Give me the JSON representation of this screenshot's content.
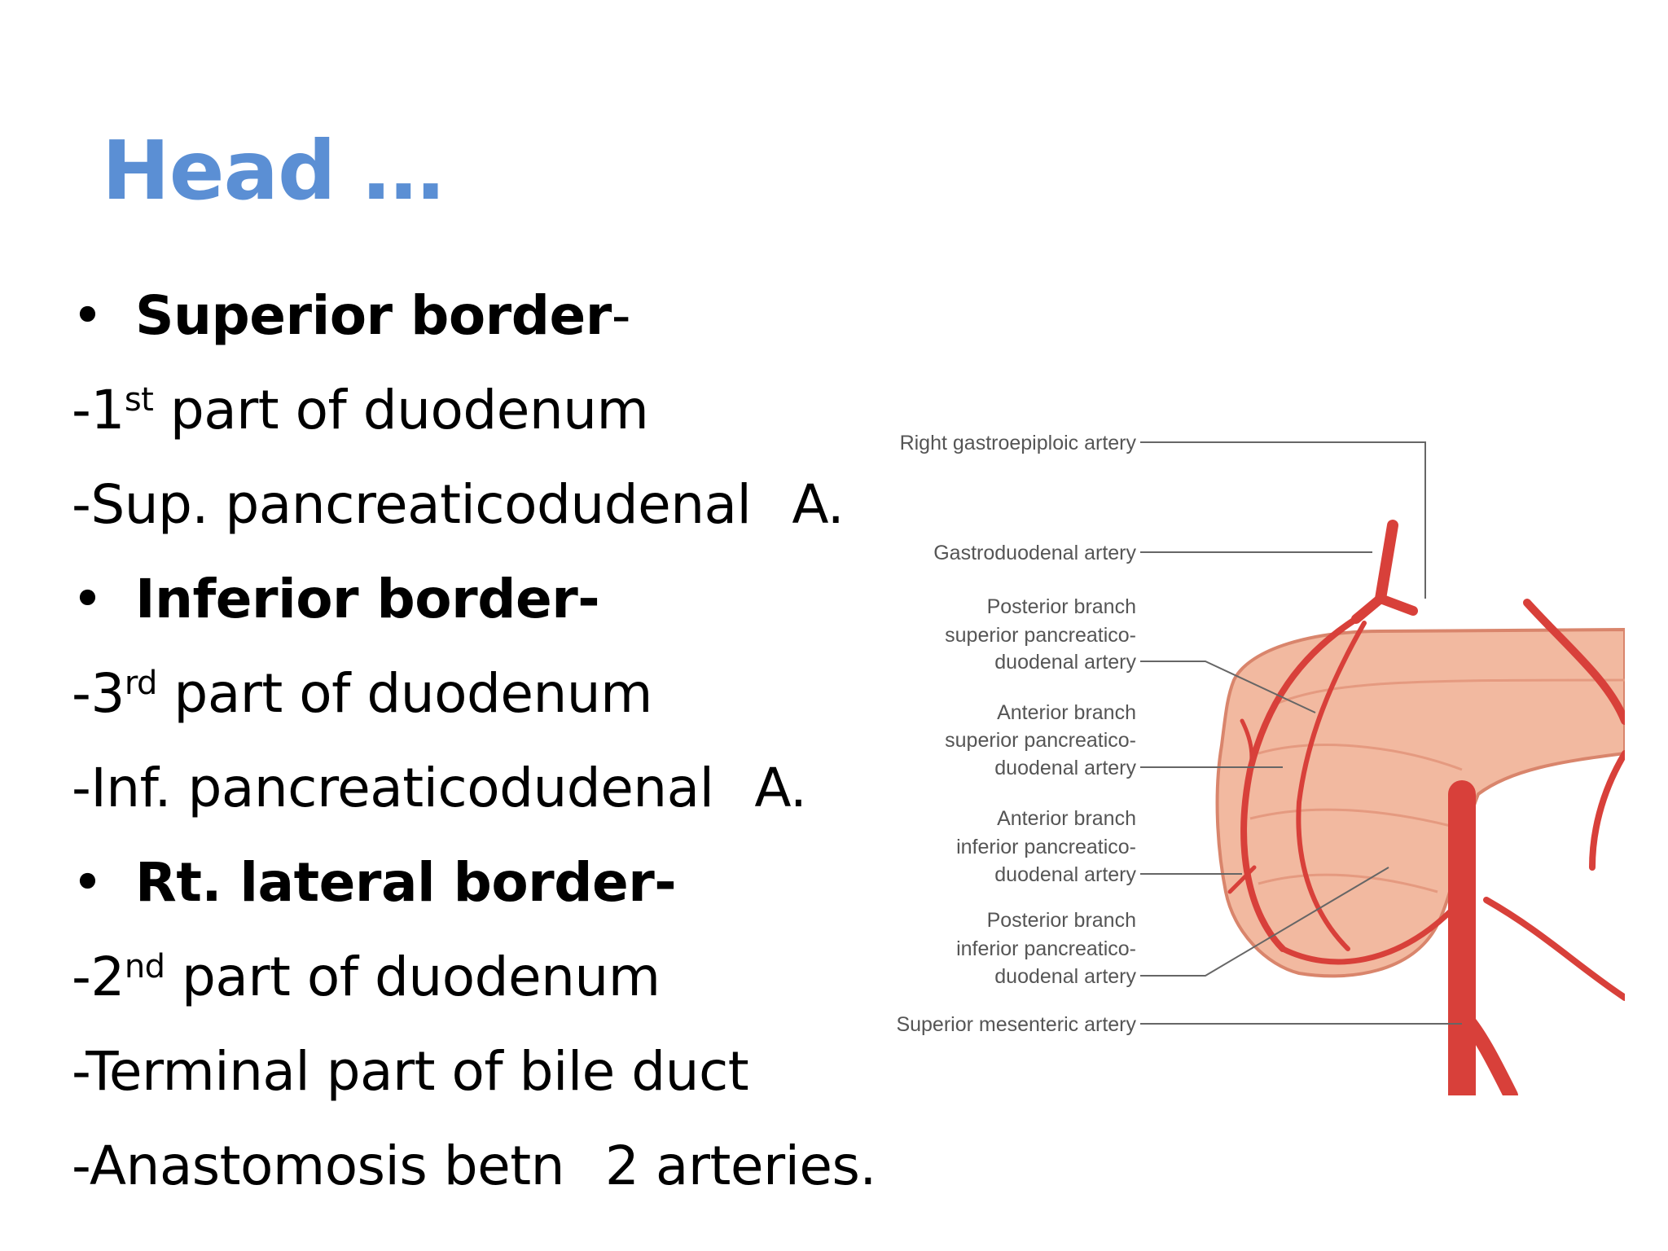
{
  "title": "Head …",
  "bullets": [
    {
      "heading": "Superior border",
      "heading_suffix": "-",
      "items": [
        {
          "prefix": "-1",
          "sup": "st",
          "text": " part of duodenum"
        },
        {
          "prefix": "-Sup. pancreaticodudenal",
          "suffix": "A."
        }
      ]
    },
    {
      "heading": "Inferior border-",
      "items": [
        {
          "prefix": "-3",
          "sup": "rd",
          "text": " part of duodenum"
        },
        {
          "prefix": "-Inf. pancreaticodudenal",
          "suffix": "A."
        }
      ]
    },
    {
      "heading": "Rt. lateral border-",
      "items": [
        {
          "prefix": "-2",
          "sup": "nd",
          "text": " part of duodenum"
        },
        {
          "text_only": "-Terminal part of bile duct"
        },
        {
          "prefix": "-Anastomosis betn",
          "suffix": "2 arteries."
        }
      ]
    }
  ],
  "bullet_symbol": "•",
  "figure": {
    "labels": {
      "right_gastroepiploic": "Right gastroepiploic artery",
      "gastroduodenal": "Gastroduodenal artery",
      "post_sup": [
        "Posterior branch",
        "superior pancreatico-",
        "duodenal artery"
      ],
      "ant_sup": [
        "Anterior branch",
        "superior pancreatico-",
        "duodenal artery"
      ],
      "ant_inf": [
        "Anterior branch",
        "inferior pancreatico-",
        "duodenal artery"
      ],
      "post_inf": [
        "Posterior branch",
        "inferior pancreatico-",
        "duodenal artery"
      ],
      "sma": "Superior mesenteric artery"
    },
    "colors": {
      "pancreas": "#f2b9a0",
      "pancreas_edge": "#d9856c",
      "artery": "#d8403a"
    }
  }
}
